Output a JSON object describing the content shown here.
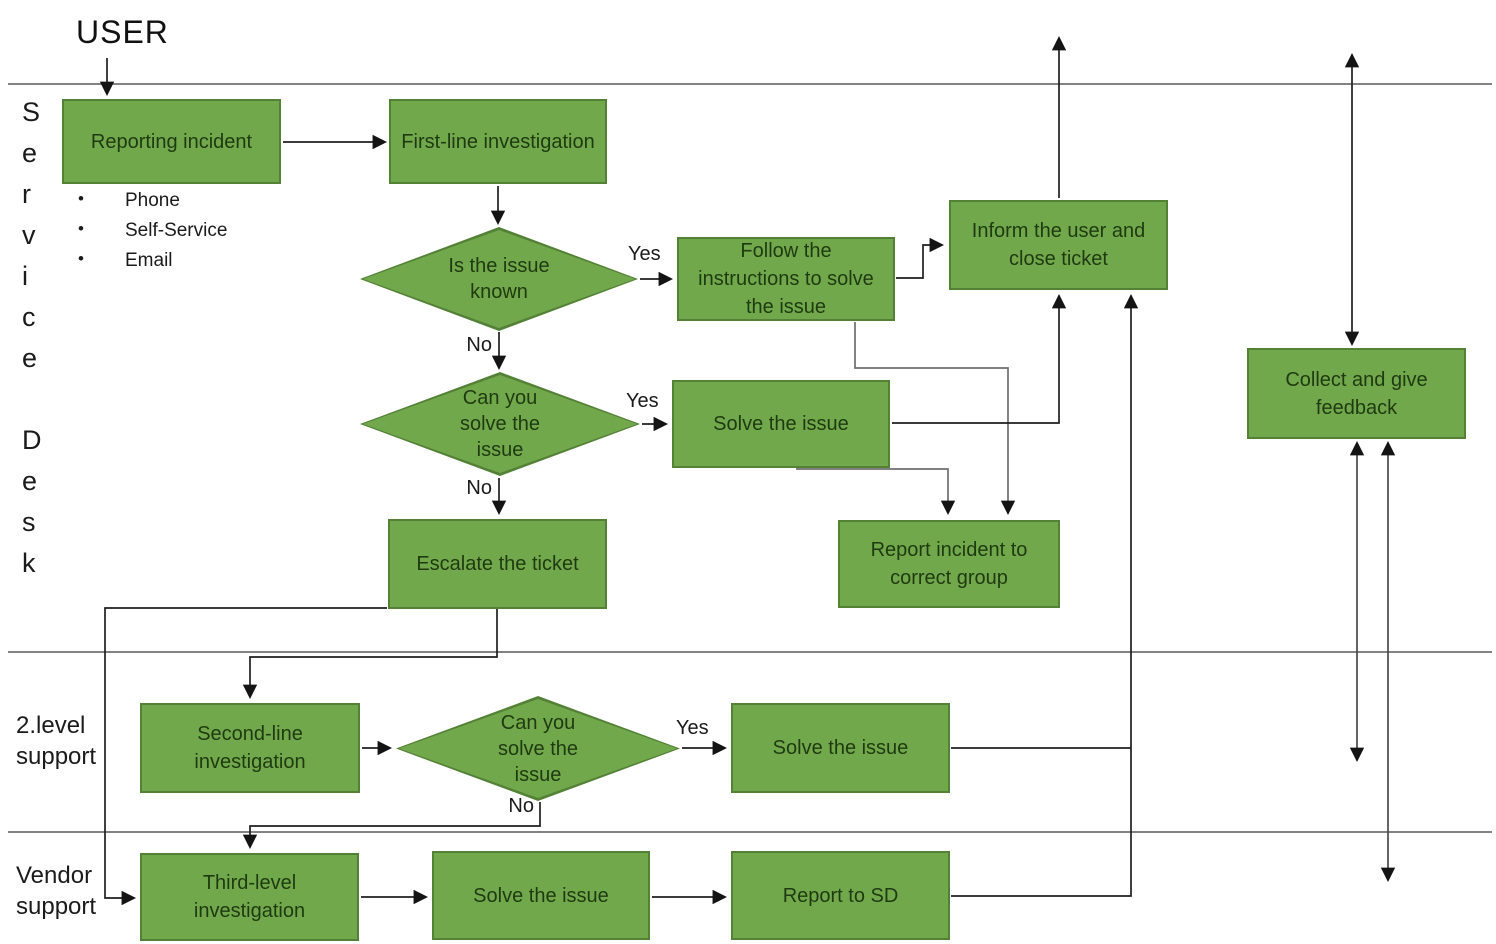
{
  "header": {
    "user_label": "USER"
  },
  "lanes": {
    "service_desk": {
      "word1": "S\ne\nr\nv\ni\nc\ne",
      "word2": "D\ne\ns\nk"
    },
    "level2": "2.level\nsupport",
    "vendor": "Vendor\nsupport"
  },
  "channels": [
    "Phone",
    "Self-Service",
    "Email"
  ],
  "nodes": {
    "reporting": "Reporting incident",
    "first_line": "First-line investigation",
    "issue_known": "Is the issue known",
    "follow_instructions": "Follow the instructions to solve the issue",
    "inform_user": "Inform the user and close ticket",
    "can_solve_sd": "Can you solve the issue",
    "solve_issue_sd": "Solve the issue",
    "escalate": "Escalate the ticket",
    "report_group": "Report incident to correct group",
    "collect_feedback": "Collect and give feedback",
    "second_line": "Second-line investigation",
    "can_solve_2nd": "Can you solve the issue",
    "solve_issue_2nd": "Solve the issue",
    "third_level": "Third-level investigation",
    "solve_issue_vendor": "Solve the issue",
    "report_sd": "Report to SD"
  },
  "edge_labels": {
    "yes1": "Yes",
    "no1": "No",
    "yes2": "Yes",
    "no2": "No",
    "yes3": "Yes",
    "no3": "No"
  },
  "colors": {
    "node_fill": "#71a84c",
    "node_border": "#538135",
    "node_text": "#1f3a10",
    "line": "#1f1f1f",
    "line_gray": "#6e6e6e",
    "divider": "#5a5a5a"
  }
}
